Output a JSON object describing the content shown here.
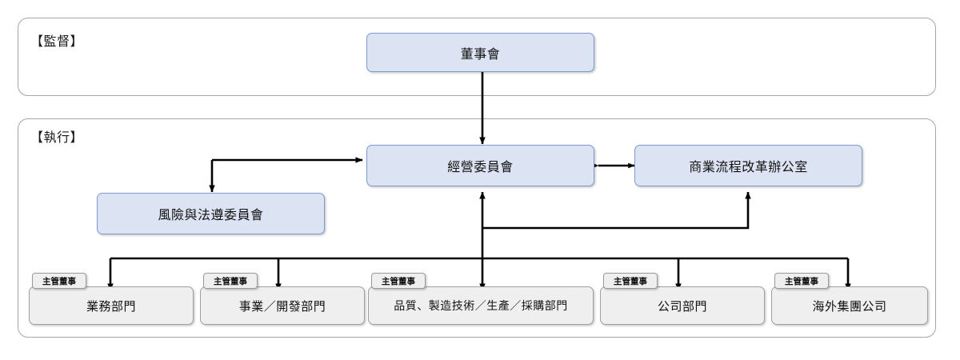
{
  "diagram": {
    "title_groups": [
      {
        "id": "supervision",
        "label": "【監督】"
      },
      {
        "id": "execution",
        "label": "【執行】"
      }
    ],
    "nodes": {
      "board": "董事會",
      "management_committee": "經營委員會",
      "business_process_reform_office": "商業流程改革辦公室",
      "risk_compliance_committee": "風險與法遵委員會"
    },
    "department_tab_label": "主管董事",
    "departments": [
      {
        "id": "sales",
        "label": "業務部門"
      },
      {
        "id": "business-dev",
        "label": "事業／開發部門"
      },
      {
        "id": "quality",
        "label": "品質、製造技術／生產／採購部門"
      },
      {
        "id": "corporate",
        "label": "公司部門"
      },
      {
        "id": "overseas",
        "label": "海外集團公司"
      }
    ],
    "colors": {
      "node_fill": "#dce3f2",
      "node_border": "#7e9bc9",
      "dept_fill": "#efefef",
      "dept_border": "#a0a0a0",
      "group_border": "#a6a6a6",
      "connector": "#000000",
      "text": "#111111"
    }
  }
}
